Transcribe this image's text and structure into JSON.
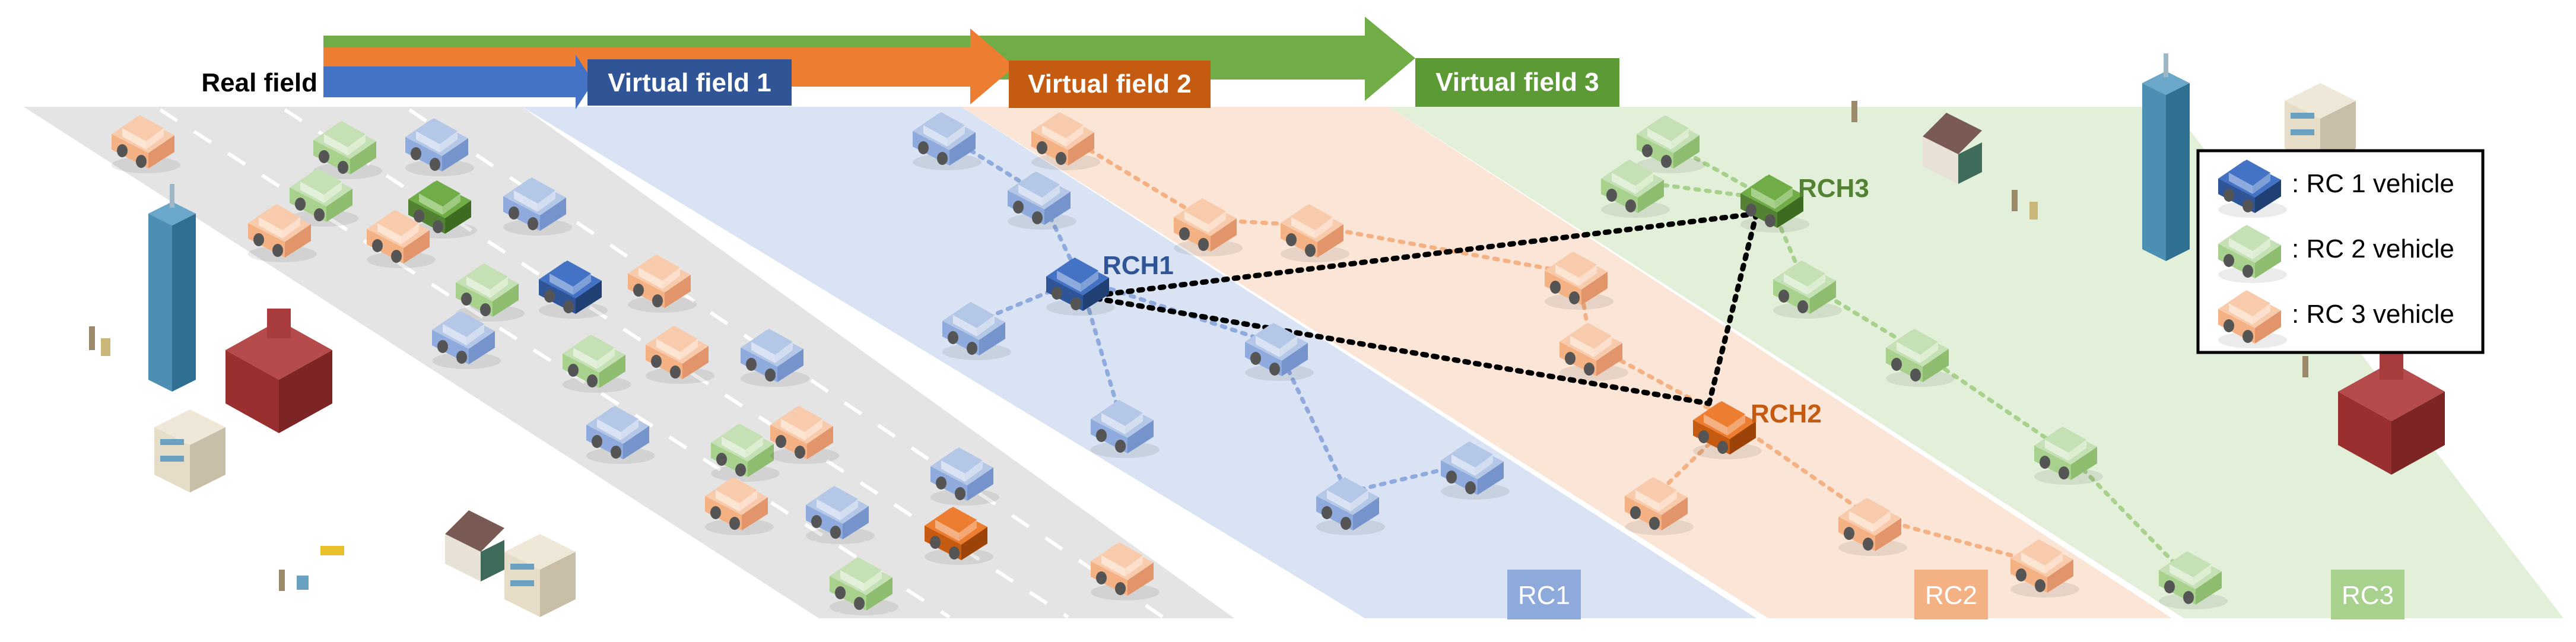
{
  "arrows": {
    "real_field_label": "Real field",
    "virtual_field_1": "Virtual field 1",
    "virtual_field_2": "Virtual field 2",
    "virtual_field_3": "Virtual field 3"
  },
  "regions": {
    "rc1": "RC1",
    "rc2": "RC2",
    "rc3": "RC3"
  },
  "cluster_heads": {
    "rch1": "RCH1",
    "rch2": "RCH2",
    "rch3": "RCH3"
  },
  "legend": {
    "rc1": ": RC 1 vehicle",
    "rc2": ": RC 2 vehicle",
    "rc3": ": RC 3 vehicle"
  },
  "colors": {
    "blue": "#4472c4",
    "orange": "#ed7d31",
    "green": "#70ad47",
    "blue_region": "#dae3f3",
    "orange_region": "#fbe5d6",
    "green_region": "#e2f0d9",
    "road": "#e4e4e4"
  }
}
